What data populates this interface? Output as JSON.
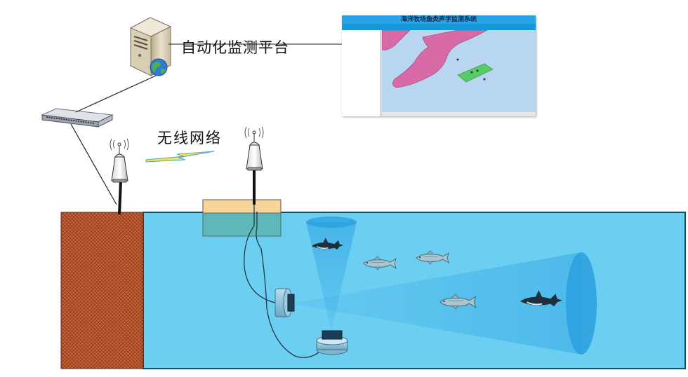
{
  "labels": {
    "platform": "自动化监测平台",
    "wireless": "无线网络"
  },
  "software": {
    "title": "海洋牧场鱼类声学监测系统",
    "toolbar": "",
    "sidebar_items": [
      "",
      "",
      ""
    ]
  },
  "colors": {
    "water": "#6ccff2",
    "water_edge": "#1e4a64",
    "soil": "#c8643a",
    "buoy": "#f8d49a",
    "beam": "#2aa0e0",
    "land_pink": "#d86aa8",
    "zone_green": "#55cc66",
    "map_water": "#b9d6f0"
  },
  "icons": [
    "server-icon",
    "globe-icon",
    "network-switch-icon",
    "antenna-icon",
    "lightning-icon",
    "fish-icon",
    "orca-icon",
    "sonar-transducer-icon"
  ]
}
